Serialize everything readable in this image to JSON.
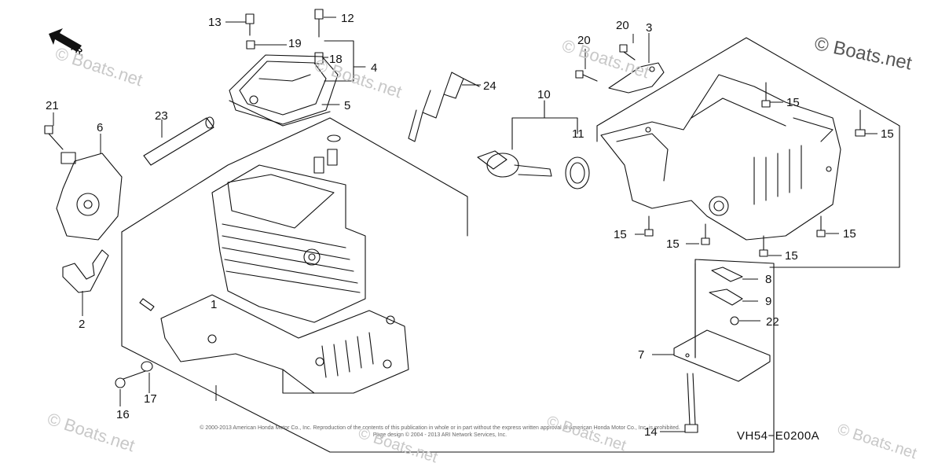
{
  "diagram_code": "VH54−E0200A",
  "brand_text": "© Boats.net",
  "watermark_text": "© Boats.net",
  "direction_label": "FR.",
  "copyright_lines": [
    "© 2000-2013 American Honda Motor Co., Inc. Reproduction of the contents of this publication in whole or in part without the express written approval of American Honda Motor Co., Inc. is prohibited.",
    "Page design © 2004 - 2013 ARI Network Services, Inc."
  ],
  "callouts": [
    {
      "id": "c1",
      "text": "1"
    },
    {
      "id": "c2",
      "text": "2"
    },
    {
      "id": "c3",
      "text": "3"
    },
    {
      "id": "c4",
      "text": "4"
    },
    {
      "id": "c5",
      "text": "5"
    },
    {
      "id": "c6",
      "text": "6"
    },
    {
      "id": "c7",
      "text": "7"
    },
    {
      "id": "c8",
      "text": "8"
    },
    {
      "id": "c9",
      "text": "9"
    },
    {
      "id": "c10",
      "text": "10"
    },
    {
      "id": "c11",
      "text": "11"
    },
    {
      "id": "c12",
      "text": "12"
    },
    {
      "id": "c13",
      "text": "13"
    },
    {
      "id": "c14",
      "text": "14"
    },
    {
      "id": "c15a",
      "text": "15"
    },
    {
      "id": "c15b",
      "text": "15"
    },
    {
      "id": "c15c",
      "text": "15"
    },
    {
      "id": "c15d",
      "text": "15"
    },
    {
      "id": "c15e",
      "text": "15"
    },
    {
      "id": "c15f",
      "text": "15"
    },
    {
      "id": "c16",
      "text": "16"
    },
    {
      "id": "c17",
      "text": "17"
    },
    {
      "id": "c18",
      "text": "18"
    },
    {
      "id": "c19",
      "text": "19"
    },
    {
      "id": "c20a",
      "text": "20"
    },
    {
      "id": "c20b",
      "text": "20"
    },
    {
      "id": "c21",
      "text": "21"
    },
    {
      "id": "c22",
      "text": "22"
    },
    {
      "id": "c23",
      "text": "23"
    },
    {
      "id": "c24",
      "text": "24"
    }
  ]
}
